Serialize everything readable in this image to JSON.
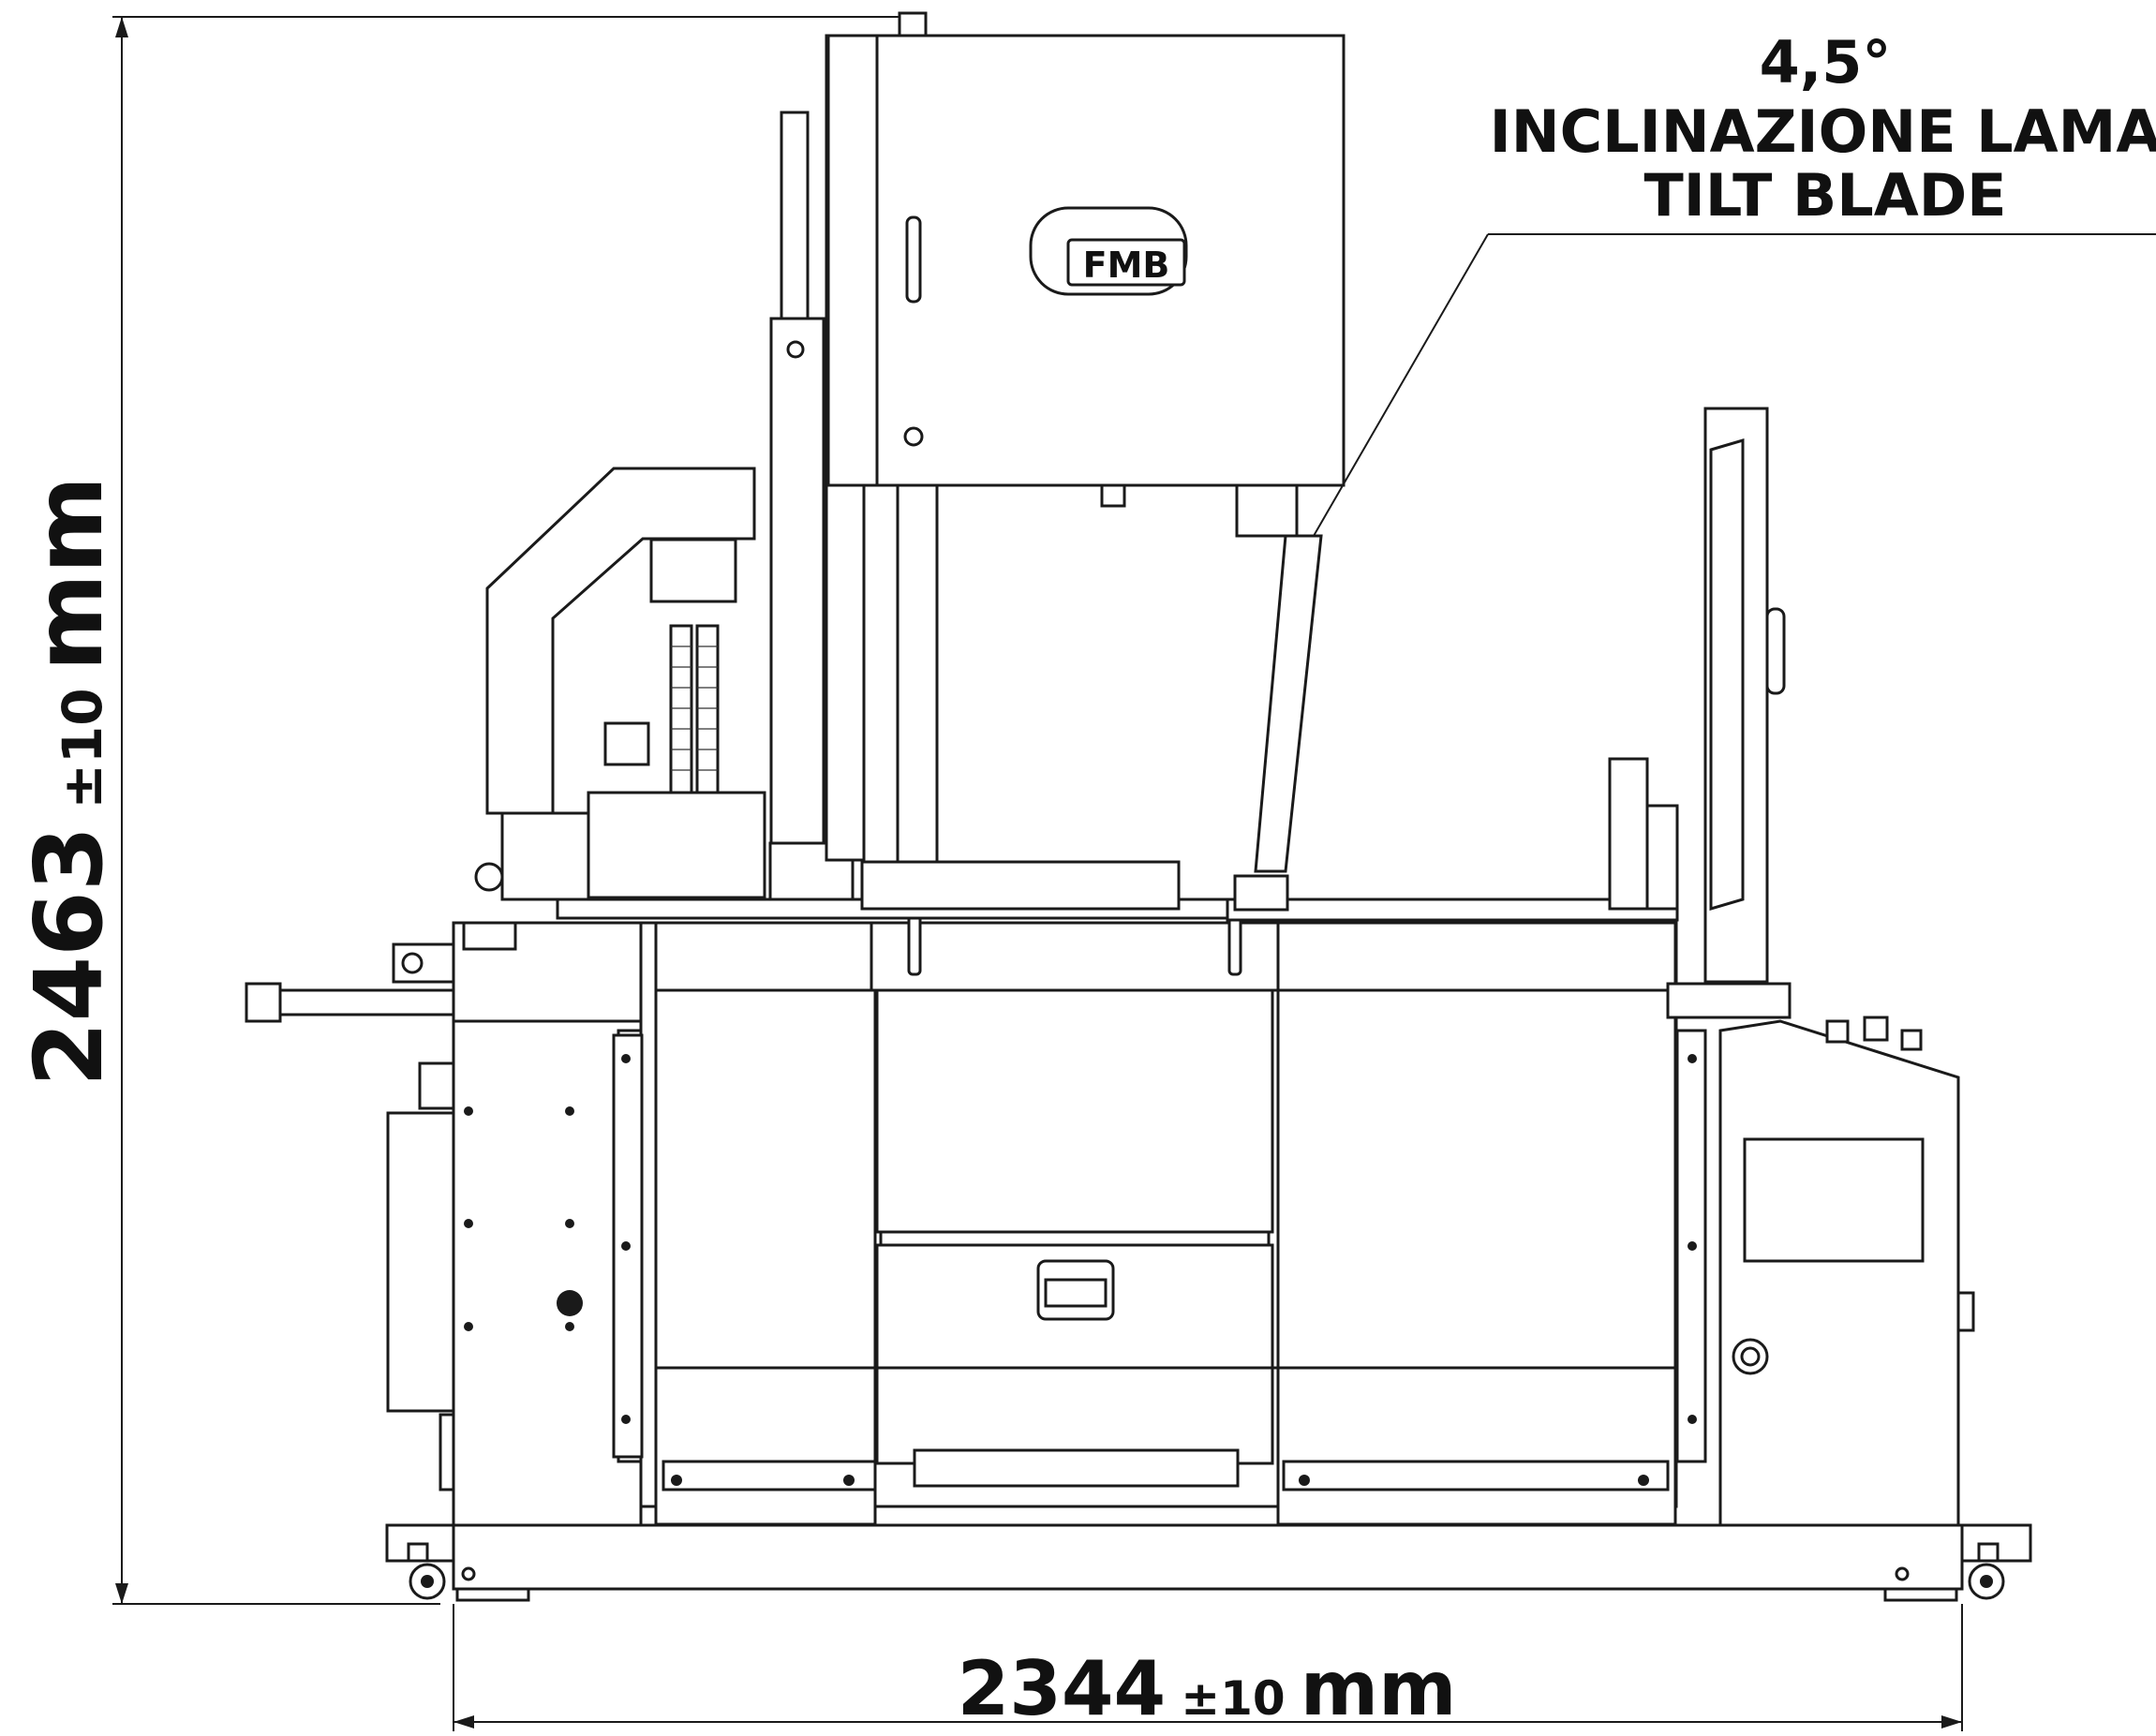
{
  "dimensions": {
    "height": {
      "value": "2463",
      "tolerance": "±10",
      "unit": "mm"
    },
    "width": {
      "value": "2344",
      "tolerance": "±10",
      "unit": "mm"
    }
  },
  "callout": {
    "angle": "4,5°",
    "line1": "INCLINAZIONE LAMA",
    "line2": "TILT BLADE"
  },
  "brand": {
    "logo_text": "FMB"
  }
}
